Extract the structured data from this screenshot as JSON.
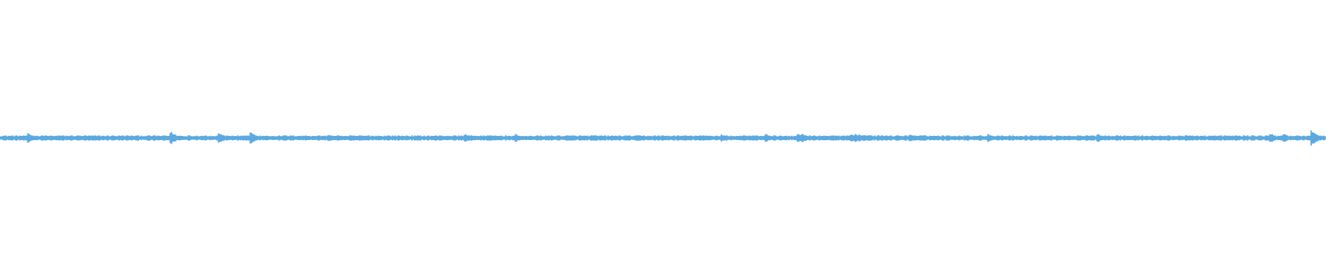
{
  "waveform": {
    "color": "#5ba9e0",
    "background": "#ffffff",
    "baseline_amplitude": 0.018,
    "noise_amplitude": 0.012,
    "peaks": [
      {
        "t": 0.021,
        "amp": 0.06
      },
      {
        "t": 0.129,
        "amp": 0.07
      },
      {
        "t": 0.165,
        "amp": 0.06
      },
      {
        "t": 0.189,
        "amp": 0.065
      },
      {
        "t": 0.248,
        "amp": 0.045
      },
      {
        "t": 0.351,
        "amp": 0.05
      },
      {
        "t": 0.389,
        "amp": 0.045
      },
      {
        "t": 0.544,
        "amp": 0.045
      },
      {
        "t": 0.578,
        "amp": 0.045
      },
      {
        "t": 0.602,
        "amp": 0.05
      },
      {
        "t": 0.605,
        "amp": 0.05
      },
      {
        "t": 0.642,
        "amp": 0.045
      },
      {
        "t": 0.645,
        "amp": 0.045
      },
      {
        "t": 0.648,
        "amp": 0.04
      },
      {
        "t": 0.652,
        "amp": 0.04
      },
      {
        "t": 0.686,
        "amp": 0.045
      },
      {
        "t": 0.745,
        "amp": 0.05
      },
      {
        "t": 0.828,
        "amp": 0.05
      },
      {
        "t": 0.958,
        "amp": 0.055
      },
      {
        "t": 0.968,
        "amp": 0.05
      },
      {
        "t": 0.989,
        "amp": 0.09
      }
    ]
  }
}
